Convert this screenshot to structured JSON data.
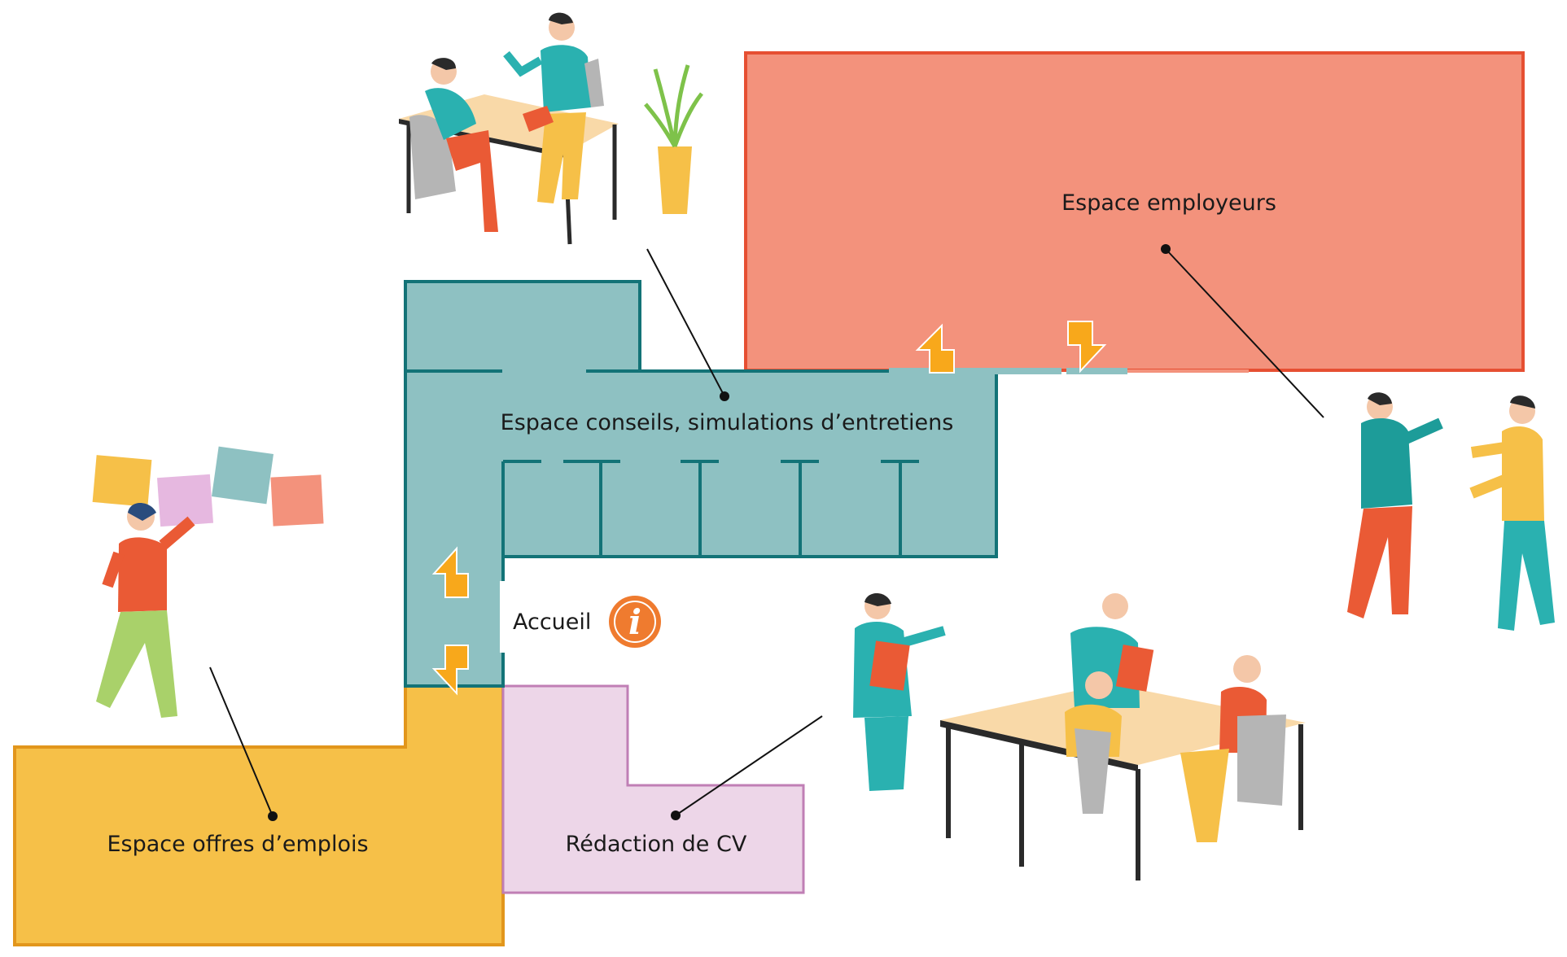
{
  "zones": {
    "employers": {
      "label": "Espace employeurs",
      "color": "#f3927c",
      "stroke": "#e64f32"
    },
    "advice": {
      "label": "Espace conseils, simulations d’entretiens",
      "color": "#8ec1c2",
      "stroke": "#137377"
    },
    "jobs": {
      "label": "Espace offres d’emplois",
      "color": "#f6c048",
      "stroke": "#e2961c"
    },
    "cv": {
      "label": "Rédaction de CV",
      "color": "#edd6e8",
      "stroke": "#c07fb5"
    }
  },
  "reception": {
    "label": "Accueil",
    "icon": "info-icon",
    "icon_glyph": "i",
    "color": "#ef7b2f"
  },
  "arrow_color": "#f8a81b"
}
